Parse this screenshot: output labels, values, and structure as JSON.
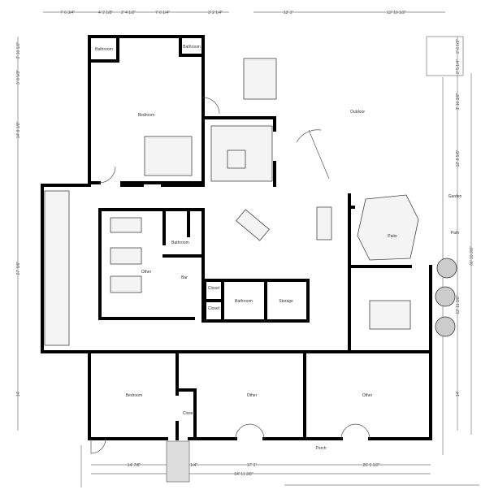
{
  "dimensions": {
    "top": [
      "7' 6 3/4\"",
      "4' 2 1/8\"",
      "2' 4 1/2\"",
      "7' 6 1/4\"",
      "3' 2 1/4\"",
      "13' 1\"",
      "12' 10 1/2\""
    ],
    "left": [
      "2' 10 1/2\"",
      "3' 8 5/8\"",
      "14' 8 1/8\"",
      "27' 5/8\"",
      "14'"
    ],
    "right": [
      "2' 6 1/2\"",
      "2' 5 1/4\"",
      "3' 10 3/8\"",
      "12' 8 5/8\"",
      "12' 11 3/8\"",
      "14'",
      "66' 10 3/8\""
    ],
    "bottom": [
      "14' 7/8\"",
      "2' 1/4\"",
      "17' 1\"",
      "20' 5 1/2\"",
      "64' 11 3/8\""
    ]
  },
  "rooms": {
    "bathroom_top_left": "Bathroom",
    "bathroom_top": "Bathroom",
    "bedroom_top": "Bedroom",
    "outdoor": "Outdoor",
    "garden": "Garden",
    "path": "Path",
    "patio": "Patio",
    "other_main": "Other",
    "bathroom_mid": "Bathroom",
    "bar": "Bar",
    "closet_1": "Closet",
    "closet_2": "Closet",
    "bathroom_lower": "Bathroom",
    "storage": "Storage",
    "bedroom_bottom": "Bedroom",
    "closet_bottom": "Closet",
    "other_bottom_mid": "Other",
    "other_bottom_right": "Other",
    "porch": "Porch"
  }
}
